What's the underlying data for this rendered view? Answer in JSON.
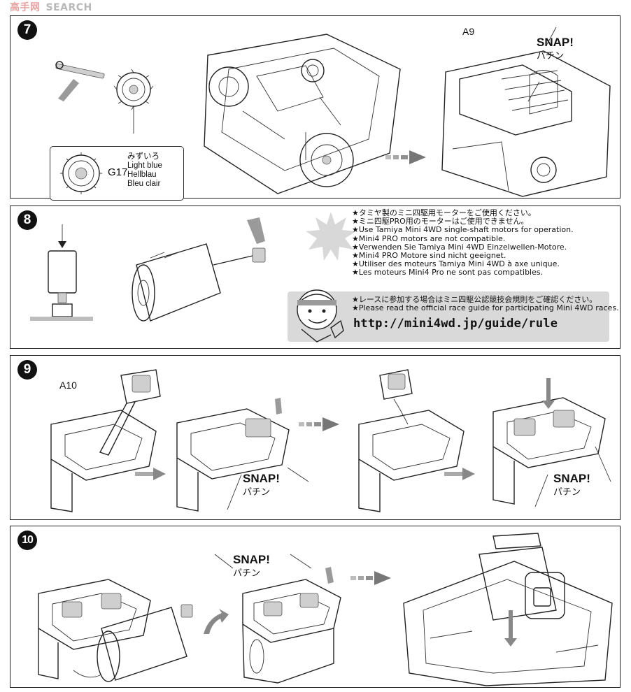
{
  "watermark": {
    "cjk": "高手网",
    "text": "SEARCH"
  },
  "steps": [
    {
      "number": "7"
    },
    {
      "number": "8"
    },
    {
      "number": "9"
    },
    {
      "number": "10"
    }
  ],
  "step7": {
    "part_label": "A9",
    "snap": {
      "en": "SNAP!",
      "jp": "パチン"
    },
    "legend": {
      "code": "G17",
      "colors": [
        "みずいろ",
        "Light blue",
        "Hellblau",
        "Bleu clair"
      ]
    }
  },
  "step8": {
    "notes": [
      "★タミヤ製のミニ四駆用モーターをご使用ください。",
      "★ミニ四駆PRO用のモーターはご使用できません。",
      "★Use Tamiya Mini 4WD single-shaft motors for operation.",
      "★Mini4 PRO motors are not compatible.",
      "★Verwenden Sie Tamiya Mini 4WD Einzelwellen-Motore.",
      "★Mini4 PRO Motore sind nicht geeignet.",
      "★Utiliser des moteurs Tamiya Mini 4WD à axe unique.",
      "★Les moteurs Mini4 Pro ne sont pas compatibles."
    ],
    "race_notes": [
      "★レースに参加する場合はミニ四駆公認競技会規則をご確認ください。",
      "★Please read the official race guide for participating Mini 4WD races."
    ],
    "race_url": "http://mini4wd.jp/guide/rule"
  },
  "step9": {
    "part_label": "A10",
    "snap_1": {
      "en": "SNAP!",
      "jp": "パチン"
    },
    "snap_2": {
      "en": "SNAP!",
      "jp": "パチン"
    }
  },
  "step10": {
    "snap": {
      "en": "SNAP!",
      "jp": "パチン"
    }
  }
}
